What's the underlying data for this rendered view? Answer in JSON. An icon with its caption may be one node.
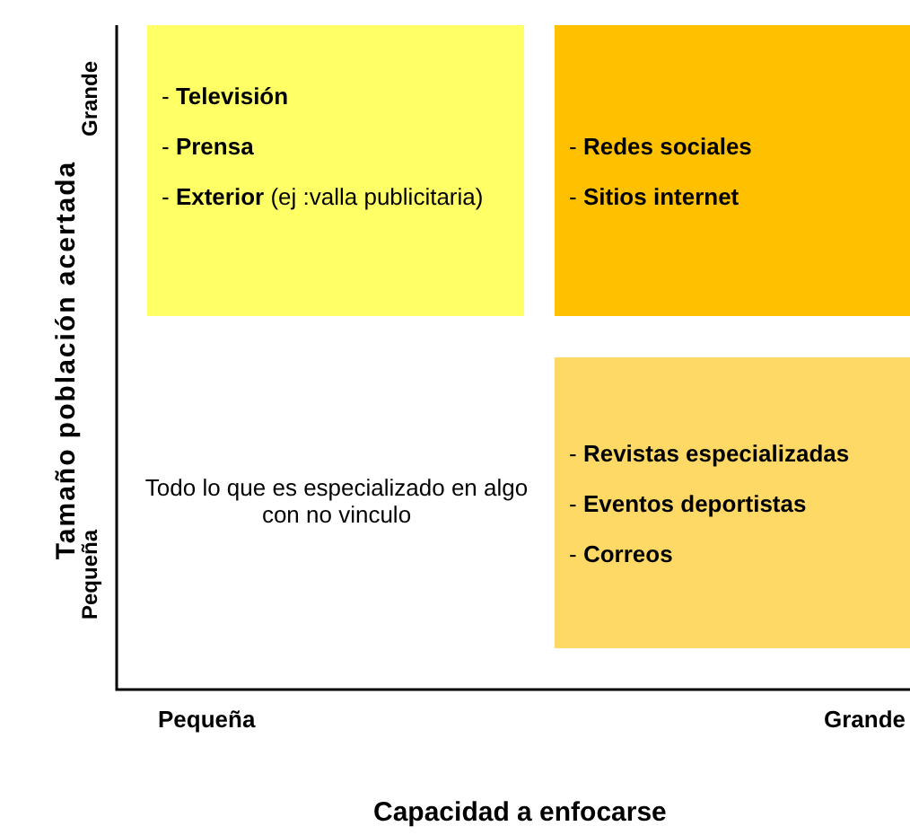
{
  "diagram": {
    "nodes": [
      {
        "text": [
          "- **Televisión**",
          "- **Prensa**",
          "- **Exterior** (ej :valla publicitaria)"
        ]
      },
      {
        "text": [
          "- **Redes sociales**",
          "- **Sitios internet**"
        ]
      },
      {
        "text": [
          "- **Revistas especializadas**",
          "- **Eventos deportistas**",
          "- **Correos**"
        ]
      }
    ],
    "edges": [],
    "labels": [
      "Grande",
      "Tamaño población acertada",
      "Todo lo que es especializado en algo con no vinculo",
      "Pequeña",
      "Pequeña",
      "Grande",
      "Capacidad a enfocarse"
    ]
  }
}
